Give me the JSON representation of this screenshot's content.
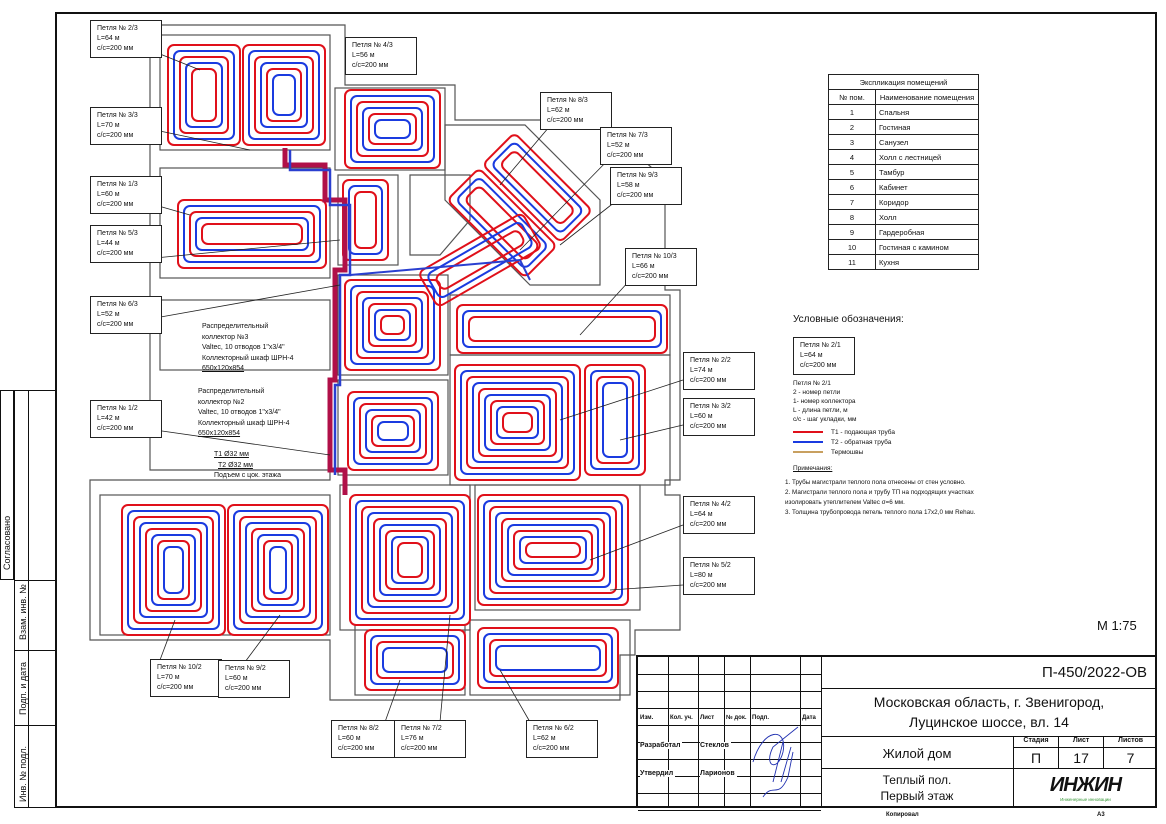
{
  "colors": {
    "supply": "#e0101a",
    "return": "#1a3be0",
    "thermal": "#c8a060",
    "wall": "#555555",
    "manifold": "#b01048"
  },
  "loops": [
    {
      "name": "Петля № 2/3",
      "length": "L=64 м",
      "step": "с/с=200 мм"
    },
    {
      "name": "Петля № 3/3",
      "length": "L=70 м",
      "step": "с/с=200 мм"
    },
    {
      "name": "Петля № 1/3",
      "length": "L=60 м",
      "step": "с/с=200 мм"
    },
    {
      "name": "Петля № 5/3",
      "length": "L=44 м",
      "step": "с/с=200 мм"
    },
    {
      "name": "Петля № 6/3",
      "length": "L=52 м",
      "step": "с/с=200 мм"
    },
    {
      "name": "Петля № 4/3",
      "length": "L=56 м",
      "step": "с/с=200 мм"
    },
    {
      "name": "Петля № 8/3",
      "length": "L=62 м",
      "step": "с/с=200 мм"
    },
    {
      "name": "Петля № 7/3",
      "length": "L=52 м",
      "step": "с/с=200 мм"
    },
    {
      "name": "Петля № 9/3",
      "length": "L=58 м",
      "step": "с/с=200 мм"
    },
    {
      "name": "Петля № 10/3",
      "length": "L=66 м",
      "step": "с/с=200 мм"
    },
    {
      "name": "Петля № 1/2",
      "length": "L=42 м",
      "step": "с/с=200 мм"
    },
    {
      "name": "Петля № 2/2",
      "length": "L=74 м",
      "step": "с/с=200 мм"
    },
    {
      "name": "Петля № 3/2",
      "length": "L=60 м",
      "step": "с/с=200 мм"
    },
    {
      "name": "Петля № 4/2",
      "length": "L=64 м",
      "step": "с/с=200 мм"
    },
    {
      "name": "Петля № 5/2",
      "length": "L=80 м",
      "step": "с/с=200 мм"
    },
    {
      "name": "Петля № 10/2",
      "length": "L=70 м",
      "step": "с/с=200 мм"
    },
    {
      "name": "Петля № 9/2",
      "length": "L=60 м",
      "step": "с/с=200 мм"
    },
    {
      "name": "Петля № 8/2",
      "length": "L=60 м",
      "step": "с/с=200 мм"
    },
    {
      "name": "Петля № 7/2",
      "length": "L=76 м",
      "step": "с/с=200 мм"
    },
    {
      "name": "Петля № 6/2",
      "length": "L=62 м",
      "step": "с/с=200 мм"
    }
  ],
  "collector3": [
    "Распределительный",
    "коллектор №3",
    "Valtec, 10 отводов 1\"х3/4\"",
    "Коллекторный шкаф ШРН-4",
    "650х120х854"
  ],
  "collector2": [
    "Распределительный",
    "коллектор №2",
    "Valtec, 10 отводов 1\"х3/4\"",
    "Коллекторный шкаф ШРН-4",
    "650х120х854"
  ],
  "riser": [
    "T1 Ø32 мм",
    "T2 Ø32 мм",
    "Подъем с цок. этажа"
  ],
  "explication": {
    "title": "Экспликация помещений",
    "col_num": "№ пом.",
    "col_name": "Наименование помещения",
    "rows": [
      {
        "n": "1",
        "name": "Спальня"
      },
      {
        "n": "2",
        "name": "Гостиная"
      },
      {
        "n": "3",
        "name": "Санузел"
      },
      {
        "n": "4",
        "name": "Холл с лестницей"
      },
      {
        "n": "5",
        "name": "Тамбур"
      },
      {
        "n": "6",
        "name": "Кабинет"
      },
      {
        "n": "7",
        "name": "Коридор"
      },
      {
        "n": "8",
        "name": "Холл"
      },
      {
        "n": "9",
        "name": "Гардеробная"
      },
      {
        "n": "10",
        "name": "Гостиная с камином"
      },
      {
        "n": "11",
        "name": "Кухня"
      }
    ]
  },
  "legend": {
    "title": "Условные обозначения:",
    "sample": [
      "Петля № 2/1",
      "L=64 м",
      "с/с=200 мм"
    ],
    "explain": [
      "Петля № 2/1",
      "2 - номер петли",
      "1- номер коллектора",
      "L - длина петли, м",
      "с/с - шаг укладки, мм"
    ],
    "t1": "T1 - подающая труба",
    "t2": "T2 - обратная труба",
    "thermal": "Термошвы",
    "notes_title": "Примечания:",
    "notes": [
      "1.    Трубы магистрали теплого пола отнесены от стен условно.",
      "2.    Магистрали теплого пола и трубу ТП на подходящих участках изолировать утеплителем Valtec σ=6 мм.",
      "3.    Толщина трубопровода петель теплого пола 17х2,0 мм Rehau."
    ]
  },
  "scale": "М 1:75",
  "stamp": [
    "Согласовано",
    "Взам. инв. №",
    "Подп. и дата",
    "Инв. № подл."
  ],
  "title_block": {
    "code": "П-450/2022-ОВ",
    "address1": "Московская область, г. Звенигород,",
    "address2": "Луцинское шоссе, вл. 14",
    "object": "Жилой дом",
    "sheet_title1": "Теплый пол.",
    "sheet_title2": "Первый этаж",
    "headers": [
      "Изм.",
      "Кол. уч.",
      "Лист",
      "№ док.",
      "Подп.",
      "Дата"
    ],
    "roles": [
      {
        "role": "Разработал",
        "name": "Стеклов"
      },
      {
        "role": "Утвердил",
        "name": "Ларионов"
      }
    ],
    "stage_label": "Стадия",
    "sheet_label": "Лист",
    "sheets_label": "Листов",
    "stage": "П",
    "sheet": "17",
    "sheets": "7",
    "logo": "ИНЖИН",
    "logo_sub": "Инженерные инновации",
    "copied": "Копировал",
    "format": "А3"
  }
}
